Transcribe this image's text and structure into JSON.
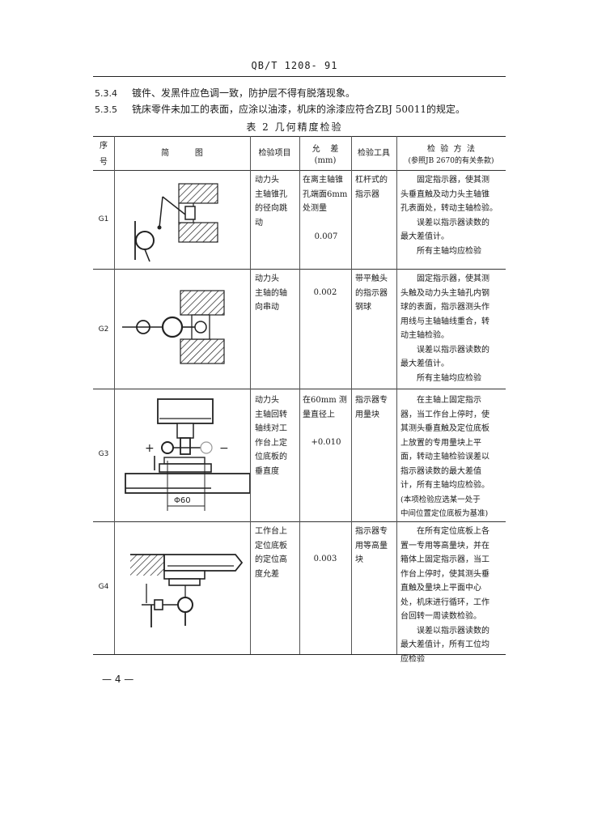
{
  "header": {
    "standard_code": "QB/T 1208- 91"
  },
  "clauses": [
    {
      "num": "5.3.4",
      "text": "镀件、发黑件应色调一致，防护层不得有脱落现象。"
    },
    {
      "num": "5.3.5",
      "text": "铣床零件未加工的表面，应涂以油漆，机床的涂漆应符合ZBJ 50011的规定。"
    }
  ],
  "table": {
    "title": "表 2    几何精度检验",
    "headers": {
      "seq": [
        "序",
        "号"
      ],
      "diagram": "简          图",
      "item": "检验项目",
      "tolerance": [
        "允    差",
        "(mm)"
      ],
      "tool": "检验工具",
      "method": [
        "检  验  方  法",
        "(参照JB 2670的有关条款)"
      ]
    },
    "rows": [
      {
        "id": "G1",
        "item": [
          "动力头",
          "主轴锥孔",
          "的径向跳",
          "动"
        ],
        "tolerance": [
          "在离主轴锥",
          "孔端面6mm",
          "处测量",
          "",
          "0.007"
        ],
        "tool": [
          "杠杆式的",
          "指示器"
        ],
        "method": [
          "固定指示器，使其测",
          "头垂直触及动力头主轴锥",
          "孔表面处，转动主轴检验。",
          "误差以指示器读数的",
          "最大差值计。",
          "所有主轴均应检验"
        ]
      },
      {
        "id": "G2",
        "item": [
          "动力头",
          "主轴的轴",
          "向串动"
        ],
        "tolerance": [
          "0.002"
        ],
        "tool": [
          "带平触头",
          "的指示器",
          "钢球"
        ],
        "method": [
          "固定指示器，使其测",
          "头触及动力头主轴孔内钢",
          "球的表面，指示器测头作",
          "用线与主轴轴线重合，转",
          "动主轴检验。",
          "误差以指示器读数的",
          "最大差值计。",
          "所有主轴均应检验"
        ]
      },
      {
        "id": "G3",
        "item": [
          "动力头",
          "主轴回转",
          "轴线对工",
          "作台上定",
          "位底板的",
          "垂直度"
        ],
        "tolerance": [
          "在60mm 测",
          "量直径上",
          "",
          "+0.010"
        ],
        "tool": [
          "指示器专",
          "用量块"
        ],
        "method": [
          "在主轴上固定指示",
          "器，当工作台上停时，使",
          "其测头垂直触及定位底板",
          "上放置的专用量块上平",
          "面，转动主轴检验误差以",
          "指示器读数的最大差值",
          "计，所有主轴均应检验。",
          "(本项检验应选某一处于",
          "中间位置定位底板为基准)"
        ],
        "diagram_label": "Φ60"
      },
      {
        "id": "G4",
        "item": [
          "工作台上",
          "定位底板",
          "的定位高",
          "度允差"
        ],
        "tolerance": [
          "0.003"
        ],
        "tool": [
          "指示器专",
          "用等高量",
          "块"
        ],
        "method": [
          "在所有定位底板上各",
          "置一专用等高量块，并在",
          "箱体上固定指示器，当工",
          "作台上停时，使其测头垂",
          "直触及量块上平面中心",
          "处，机床进行循环，工作",
          "台回转一周读数检验。",
          "误差以指示器读数的",
          "最大差值计，所有工位均",
          "应检验"
        ]
      }
    ]
  },
  "footer": {
    "page_number": "— 4 —"
  }
}
